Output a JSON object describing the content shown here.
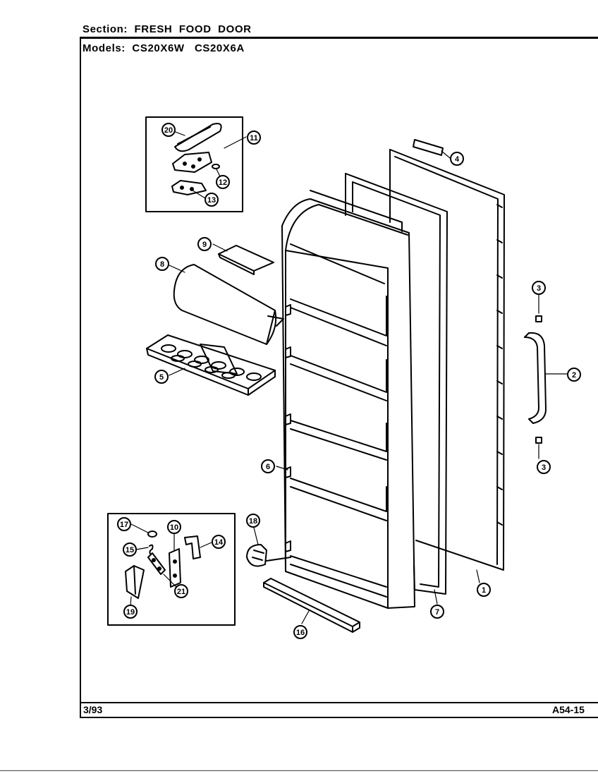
{
  "header": {
    "section_label": "Section:",
    "section_value": "FRESH  FOOD  DOOR",
    "models_label": "Models:",
    "models_value": "CS20X6W   CS20X6A"
  },
  "footer": {
    "date": "3/93",
    "code": "A54-15"
  },
  "callouts": [
    "20",
    "11",
    "12",
    "13",
    "9",
    "8",
    "5",
    "4",
    "3",
    "2",
    "3",
    "6",
    "1",
    "7",
    "16",
    "17",
    "15",
    "10",
    "14",
    "21",
    "19",
    "18"
  ]
}
